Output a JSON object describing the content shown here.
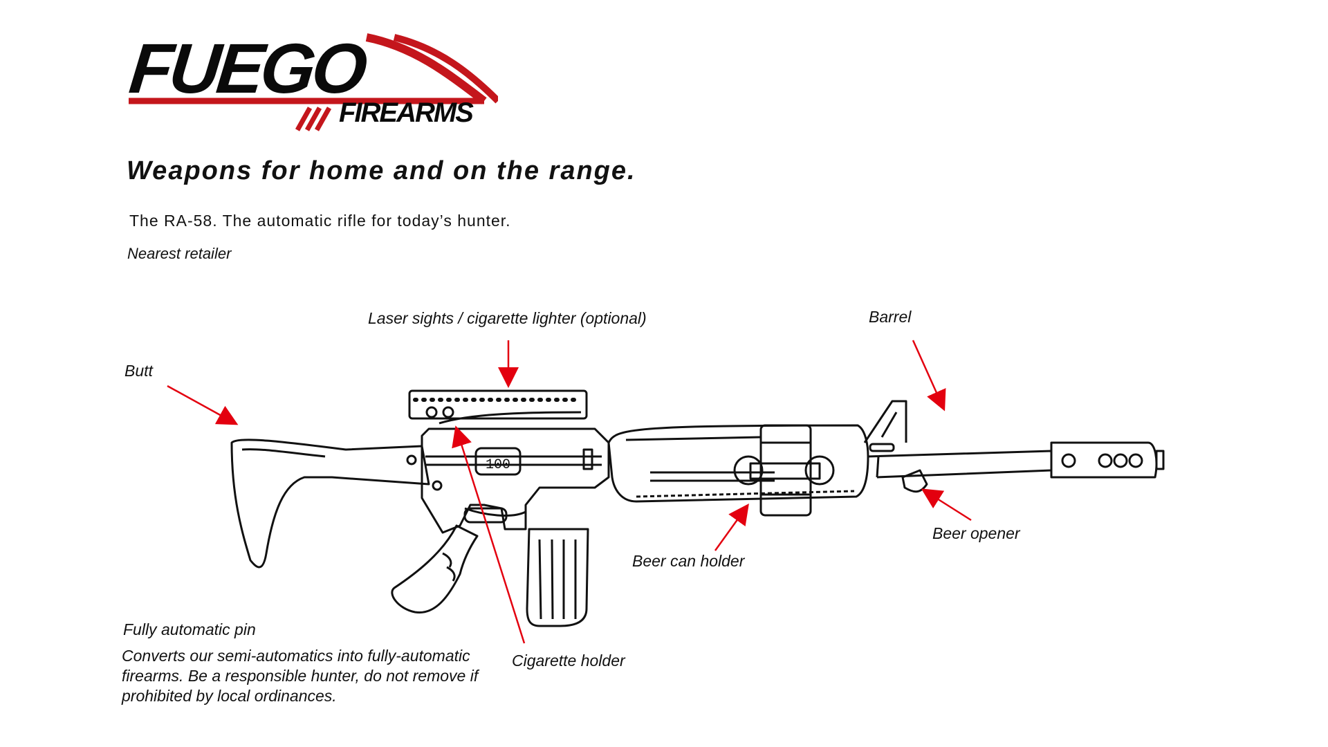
{
  "brand": {
    "name": "FUEGO",
    "sub": "FIREARMS",
    "accent_color": "#c4161c"
  },
  "headline": {
    "tagline": "Weapons for home and on the range.",
    "product_line": "The RA-58. The automatic rifle for today’s hunter.",
    "retailer_link": "Nearest retailer"
  },
  "diagram": {
    "magazine_counter": "100",
    "callouts": {
      "laser": "Laser sights / cigarette lighter (optional)",
      "barrel": "Barrel",
      "butt": "Butt",
      "beer_opener": "Beer opener",
      "beer_can_holder": "Beer can holder",
      "cigarette_holder": "Cigarette holder"
    },
    "arrow_color": "#e3000f"
  },
  "pin": {
    "title": "Fully automatic pin",
    "description": "Converts our semi-automatics into fully-automatic firearms. Be a responsible hunter, do not remove if prohibited by local ordinances."
  }
}
